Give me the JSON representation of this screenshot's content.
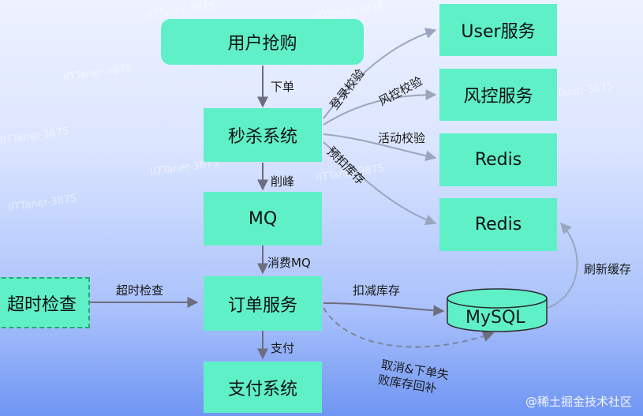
{
  "nodes": {
    "user_purchase": "用户抢购",
    "seckill": "秒杀系统",
    "mq": "MQ",
    "order_service": "订单服务",
    "payment": "支付系统",
    "timeout_check": "超时检查",
    "user_service": "User服务",
    "risk_service": "风控服务",
    "redis_top": "Redis",
    "redis_bottom": "Redis",
    "mysql": "MySQL"
  },
  "edges": {
    "place_order": "下单",
    "peak_shaving": "削峰",
    "consume_mq": "消费MQ",
    "pay": "支付",
    "timeout_check": "超时检查",
    "login_check": "登录校验",
    "risk_check": "风控校验",
    "activity_check": "活动校验",
    "pre_deduct": "预扣库存",
    "deduct_stock": "扣减库存",
    "refresh_cache": "刷新缓存",
    "compensate_line1": "取消&下单失",
    "compensate_line2": "败库存回补"
  },
  "watermark": "IITTaner-3875",
  "footer": "@稀土掘金技术社区",
  "colors": {
    "node_fill": "#5ff0c8",
    "arrow": "#6d6d80",
    "curve": "#9aa6be"
  }
}
